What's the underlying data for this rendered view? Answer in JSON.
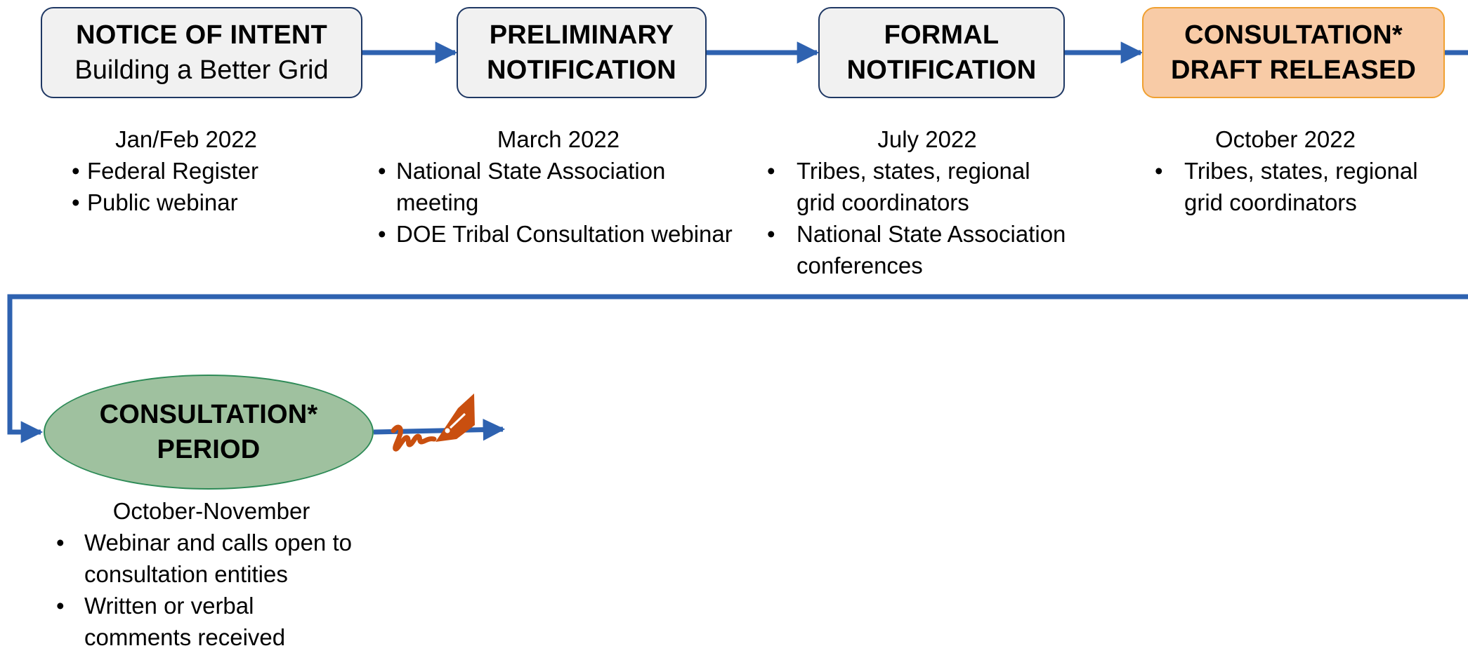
{
  "stages": [
    {
      "title": "NOTICE OF INTENT",
      "subtitle": "Building a Better Grid",
      "date": "Jan/Feb 2022",
      "bullets": [
        "Federal Register",
        "Public webinar"
      ]
    },
    {
      "title": "PRELIMINARY",
      "subtitle": "NOTIFICATION",
      "date": "March 2022",
      "bullets": [
        "National State Association meeting",
        "DOE Tribal Consultation webinar"
      ]
    },
    {
      "title": "FORMAL",
      "subtitle": "NOTIFICATION",
      "date": "July 2022",
      "bullets": [
        "Tribes, states, regional grid coordinators",
        "National State Association conferences"
      ]
    },
    {
      "title": "CONSULTATION*",
      "subtitle": "DRAFT RELEASED",
      "date": "October 2022",
      "bullets": [
        "Tribes, states, regional grid coordinators"
      ]
    },
    {
      "title": "CONSULTATION*",
      "subtitle": "PERIOD",
      "date": "October-November",
      "bullets": [
        "Webinar and calls open to consultation entities",
        "Written or verbal comments received"
      ]
    }
  ],
  "colors": {
    "arrow": "#2e62b0",
    "box_border": "#1f3864",
    "box_fill": "#f1f1f1",
    "draft_fill": "#f8cba6",
    "period_fill": "#9fc19f",
    "pen": "#c94f0f"
  },
  "icons": {
    "signature": "pen-signature-icon"
  }
}
